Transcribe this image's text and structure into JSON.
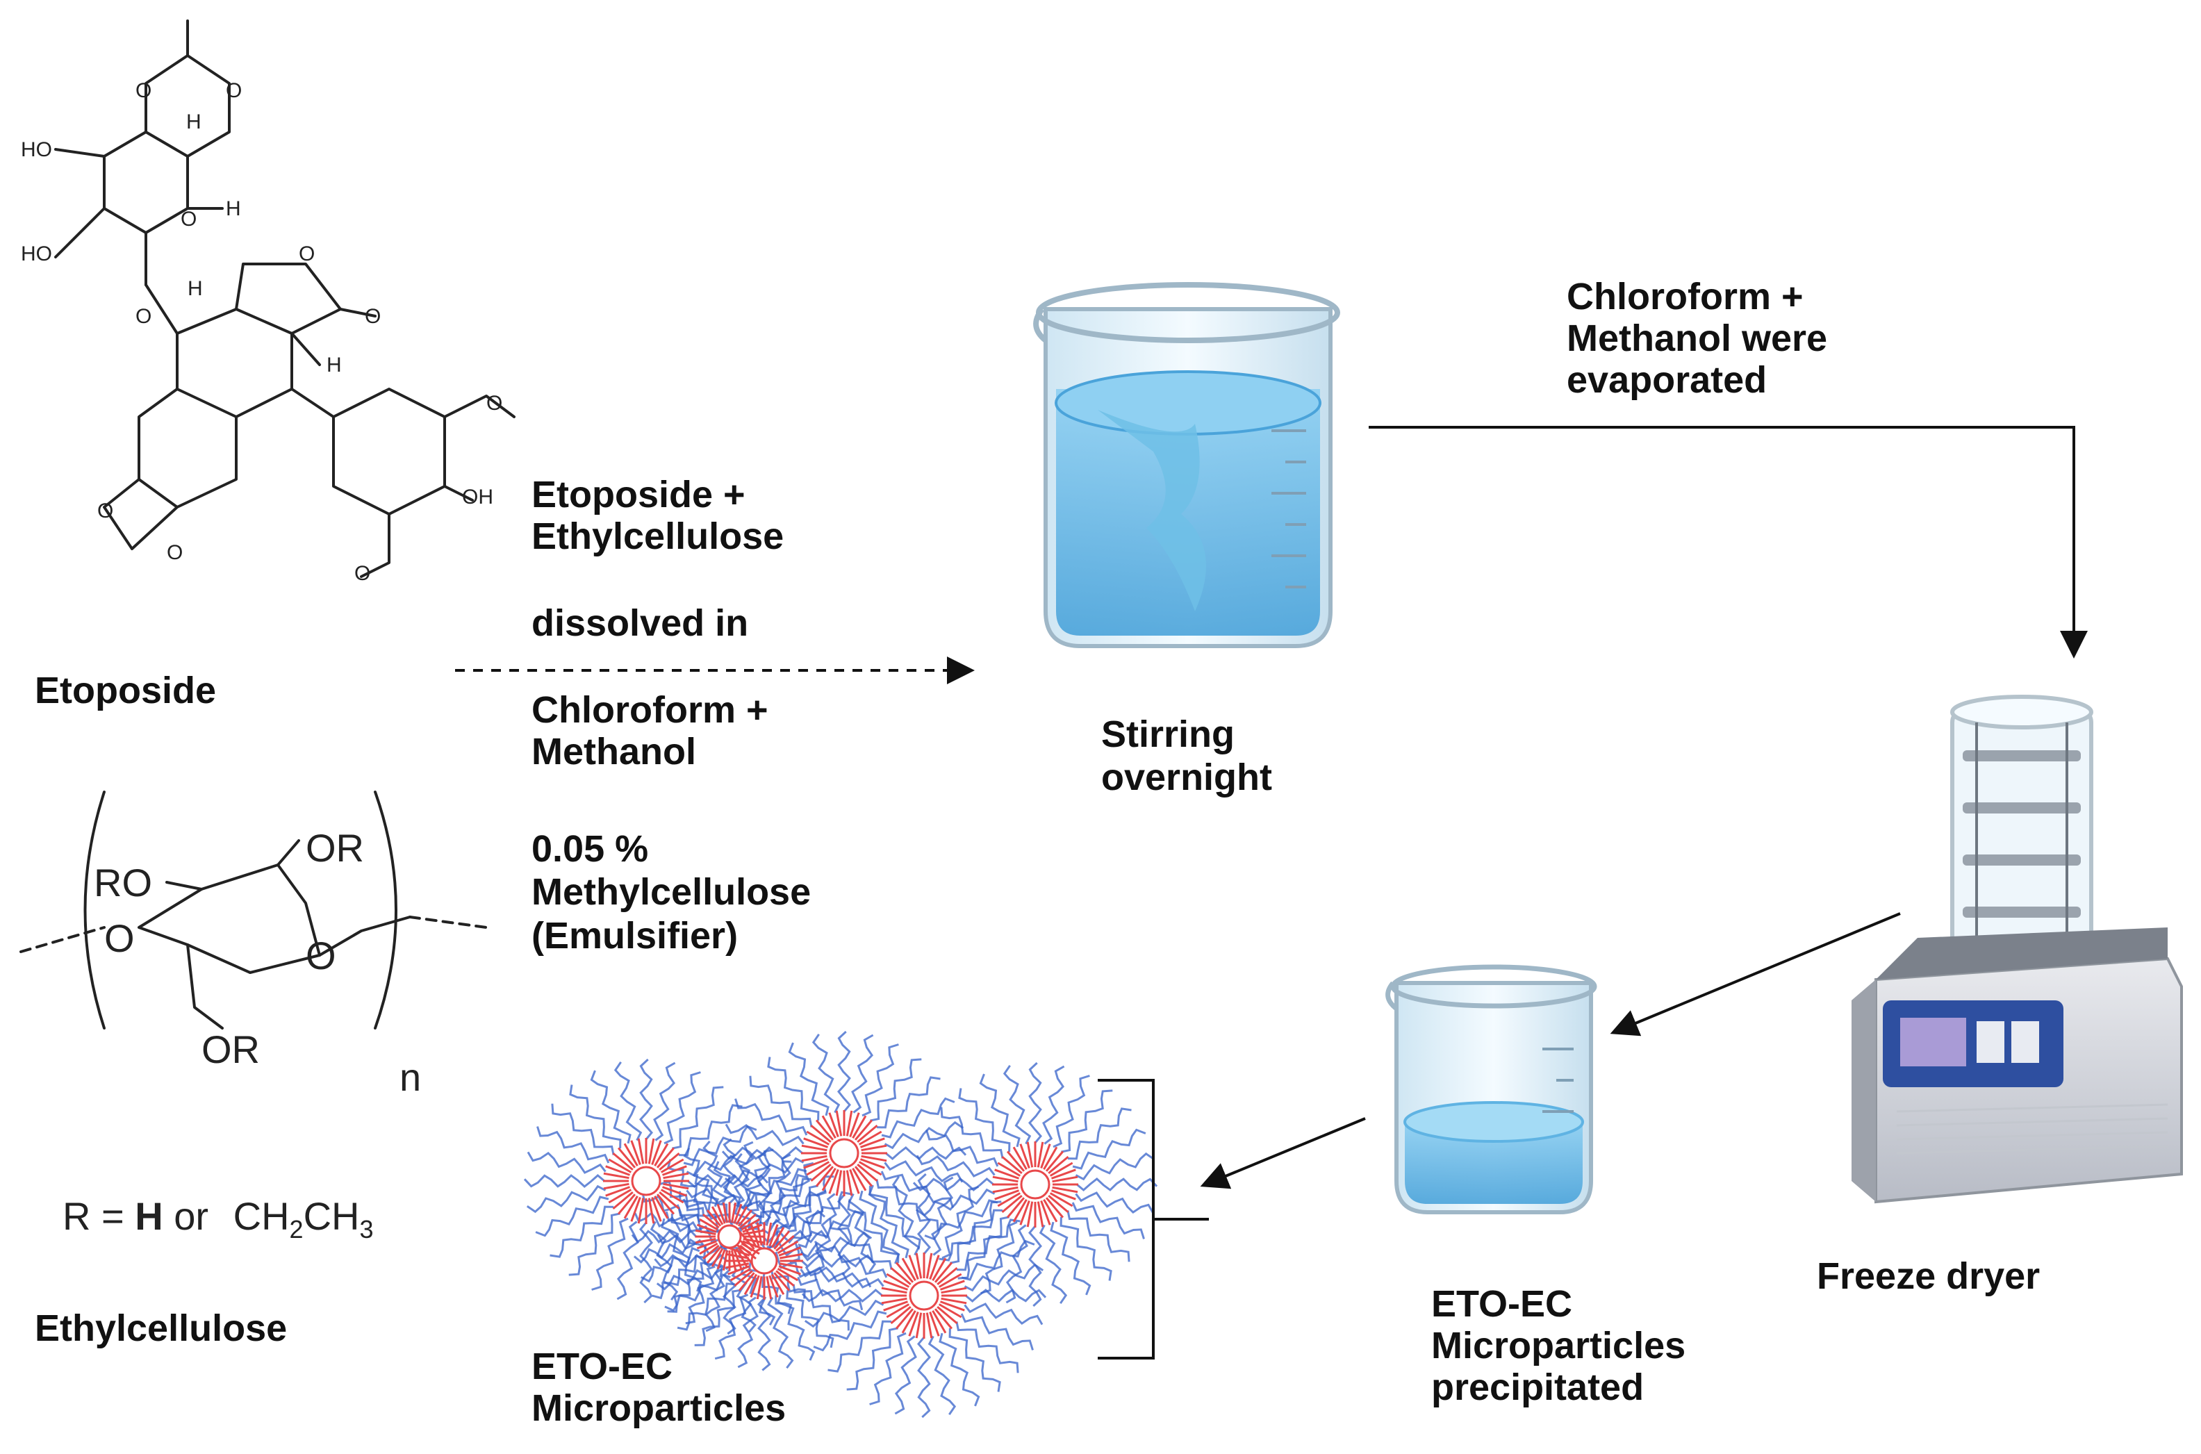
{
  "colors": {
    "liquid": "#5fb3e3",
    "liquid_dark": "#3b8fc8",
    "glass": "#d9eef8",
    "dryer_panel": "#2e4fa0",
    "micro_red": "#e8484a",
    "micro_blue": "#3562c9"
  },
  "etoposide": {
    "name": "Etoposide",
    "atoms": {
      "ho1": "HO",
      "ho2": "HO",
      "oh": "OH",
      "h": "H",
      "o": "O"
    }
  },
  "ethylcellulose": {
    "name": "Ethylcellulose",
    "ro": "RO",
    "or1": "OR",
    "or2": "OR",
    "o": "O",
    "n": "n",
    "r_eq": {
      "r": "R = ",
      "h": "H",
      "or": " or ",
      "ch2": "CH",
      "sub2": "2",
      "ch3": "CH",
      "sub3": "3"
    }
  },
  "step1": {
    "line1": "Etoposide +",
    "line2": "Ethylcellulose",
    "line3": "dissolved in",
    "line4": "Chloroform +",
    "line5": "Methanol",
    "line6": "0.05 %",
    "line7": "Methylcellulose",
    "line8": "(Emulsifier)"
  },
  "beaker1": {
    "line1": "Stirring",
    "line2": "overnight"
  },
  "evap": {
    "line1": "Chloroform +",
    "line2": "Methanol were",
    "line3": "evaporated"
  },
  "dryer": {
    "label": "Freeze dryer"
  },
  "beaker2": {
    "line1": "ETO-EC",
    "line2": "Microparticles",
    "line3": "precipitated"
  },
  "micro": {
    "line1": "ETO-EC",
    "line2": "Microparticles"
  }
}
